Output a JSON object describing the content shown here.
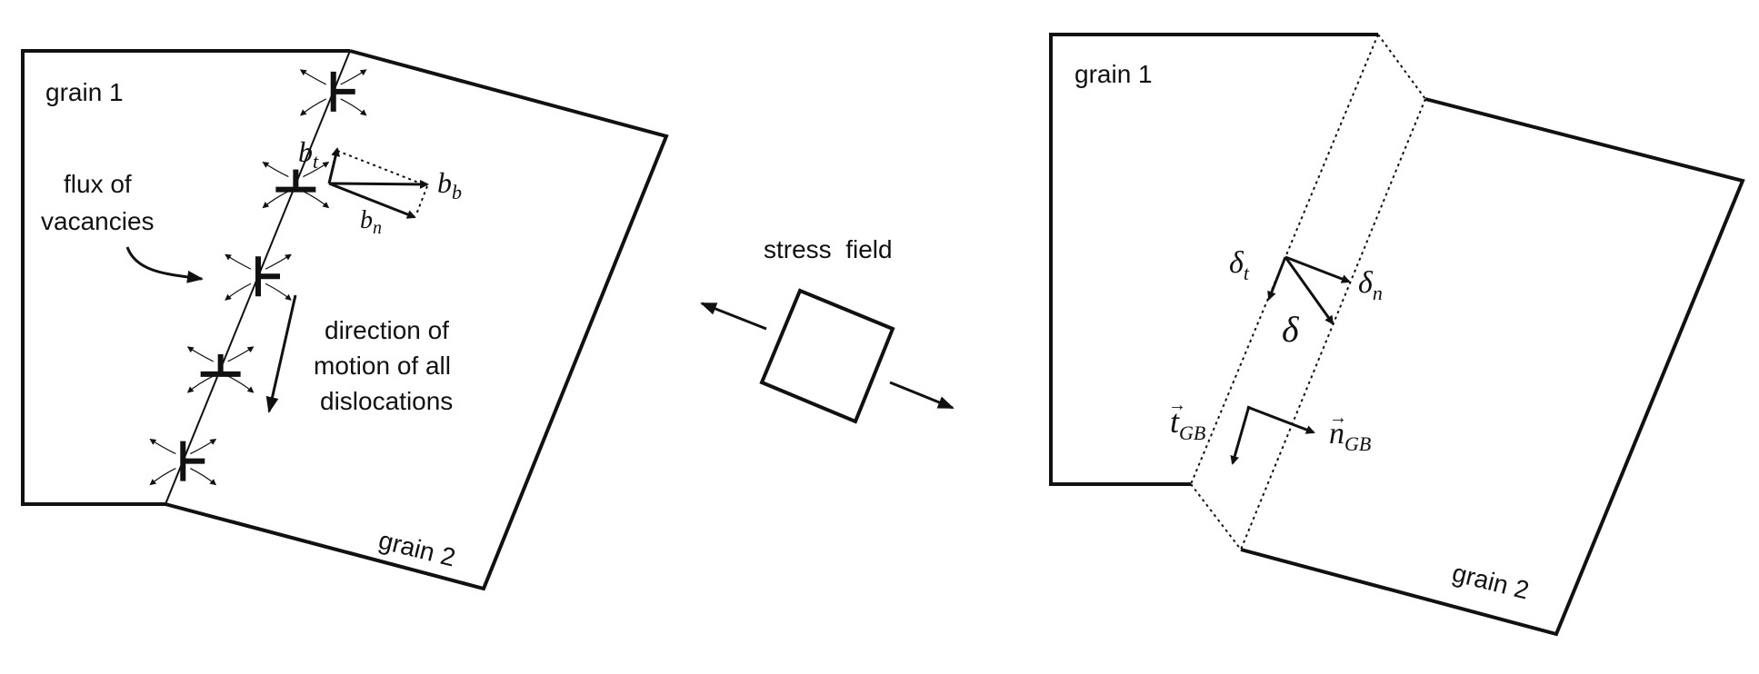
{
  "left_panel": {
    "grain1_label": "grain 1",
    "grain2_label": "grain 2",
    "flux_label_line1": "flux of",
    "flux_label_line2": "vacancies",
    "direction_line1": "direction of",
    "direction_line2": "motion of all",
    "direction_line3": "dislocations",
    "burgers_t": "b",
    "burgers_t_sub": "t",
    "burgers_b": "b",
    "burgers_b_sub": "b",
    "burgers_n": "b",
    "burgers_n_sub": "n",
    "dislocation_count": 5
  },
  "center_panel": {
    "stress_label": "stress  field"
  },
  "right_panel": {
    "grain1_label": "grain 1",
    "grain2_label": "grain 2",
    "delta_t": "δ",
    "delta_t_sub": "t",
    "delta_n": "δ",
    "delta_n_sub": "n",
    "delta": "δ",
    "t_gb": "t",
    "t_gb_sub": "GB",
    "n_gb": "n",
    "n_gb_sub": "GB"
  },
  "colors": {
    "ink": "#111111",
    "background": "#ffffff"
  }
}
